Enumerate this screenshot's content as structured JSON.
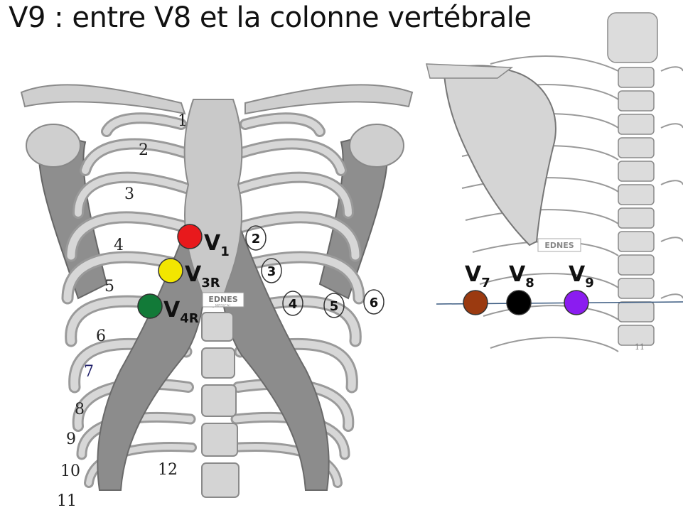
{
  "title": "- V9 : entre V8 et la colonne vertébrale",
  "watermark": "EDNES",
  "watermark_sub": "MEDICAL",
  "colors": {
    "V1": "#e8191c",
    "V3R": "#f2e600",
    "V4R": "#127a38",
    "V7": "#9b3a10",
    "V8": "#000000",
    "V9": "#8b1cf0",
    "bone_light": "#d9d9d9",
    "bone_mid": "#a8a8a8",
    "bone_dark": "#7a7a7a"
  },
  "front_view": {
    "right_rib_numbers": [
      "1",
      "2",
      "3",
      "4",
      "5",
      "6",
      "7",
      "8",
      "9",
      "10",
      "11",
      "12"
    ],
    "left_rib_circled_numbers": [
      "2",
      "3",
      "4",
      "5",
      "6"
    ],
    "electrodes": [
      {
        "id": "V1",
        "main": "V",
        "sub": "1"
      },
      {
        "id": "V3R",
        "main": "V",
        "sub": "3R"
      },
      {
        "id": "V4R",
        "main": "V",
        "sub": "4R"
      }
    ]
  },
  "back_view": {
    "electrodes": [
      {
        "id": "V7",
        "main": "V",
        "sub": "7"
      },
      {
        "id": "V8",
        "main": "V",
        "sub": "8"
      },
      {
        "id": "V9",
        "main": "V",
        "sub": "9"
      }
    ],
    "footer_mark": "11"
  }
}
